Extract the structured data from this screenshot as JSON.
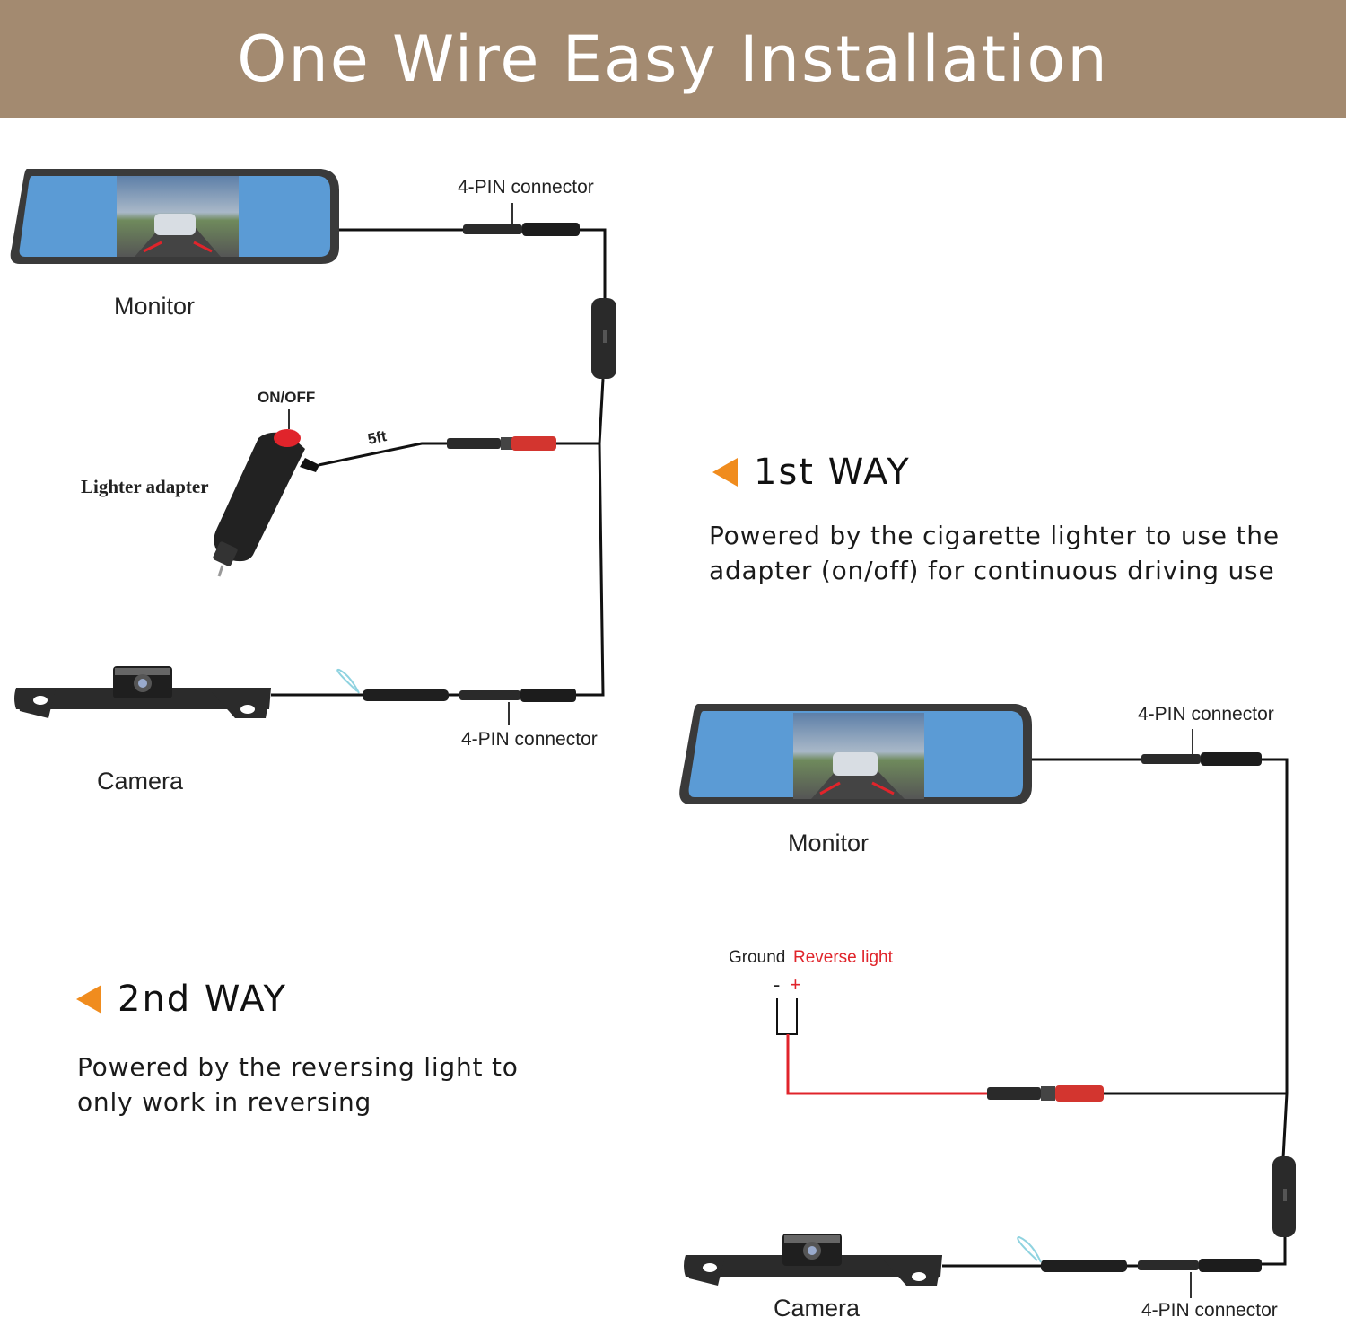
{
  "header": {
    "title": "One Wire Easy Installation"
  },
  "colors": {
    "banner": "#a38a70",
    "accent": "#f08c1e",
    "reverse": "#e0242b",
    "mirror": "#5b9bd5"
  },
  "icons": [
    "monitor-mirror-icon",
    "camera-plate-icon",
    "lighter-adapter-icon",
    "power-switch-icon",
    "connector-icon"
  ],
  "way1": {
    "title": "1st WAY",
    "desc_line1": "Powered by the cigarette lighter to use the",
    "desc_line2": "adapter (on/off) for continuous driving use",
    "monitor_label": "Monitor",
    "camera_label": "Camera",
    "connector_top": "4-PIN connector",
    "connector_bottom": "4-PIN connector",
    "switch_label": "ON/OFF",
    "adapter_label": "Lighter adapter",
    "cable_length": "5ft"
  },
  "way2": {
    "title": "2nd WAY",
    "desc_line1": "Powered by the reversing light to",
    "desc_line2": "only work in reversing",
    "monitor_label": "Monitor",
    "camera_label": "Camera",
    "connector_top": "4-PIN connector",
    "connector_bottom": "4-PIN connector",
    "ground_label": "Ground",
    "reverse_label": "Reverse light",
    "minus": "-",
    "plus": "+"
  }
}
